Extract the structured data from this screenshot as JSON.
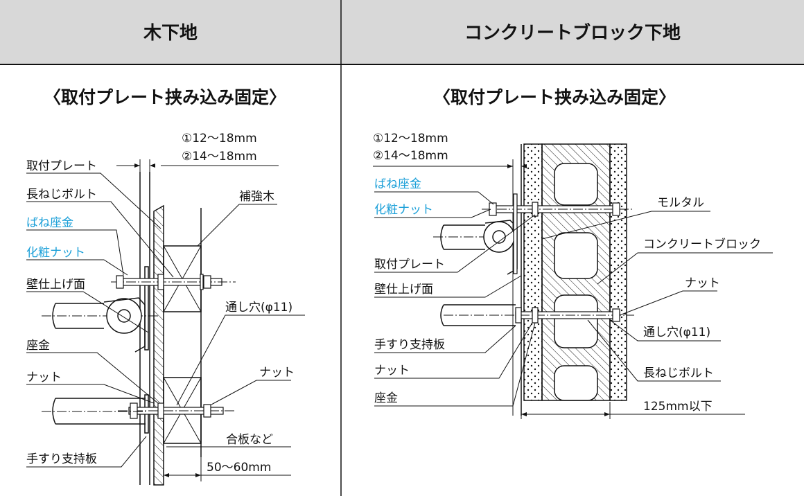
{
  "header": {
    "left_title": "木下地",
    "right_title": "コンクリートブロック下地"
  },
  "left_panel": {
    "subtitle": "〈取付プレート挟み込み固定〉",
    "labels": {
      "dim_1": "①12〜18mm",
      "dim_2": "②14〜18mm",
      "mounting_plate": "取付プレート",
      "long_screw_bolt": "長ねじボルト",
      "spring_washer": "ばね座金",
      "decorative_nut": "化粧ナット",
      "wall_finish_surface": "壁仕上げ面",
      "washer": "座金",
      "nut_left": "ナット",
      "handrail_bracket": "手すり支持板",
      "reinforcing_wood": "補強木",
      "through_hole": "通し穴(φ11)",
      "nut_right": "ナット",
      "plywood_etc": "合板など",
      "depth_dim": "50〜60mm"
    }
  },
  "right_panel": {
    "subtitle": "〈取付プレート挟み込み固定〉",
    "labels": {
      "dim_1": "①12〜18mm",
      "dim_2": "②14〜18mm",
      "spring_washer": "ばね座金",
      "decorative_nut": "化粧ナット",
      "mounting_plate": "取付プレート",
      "wall_finish_surface": "壁仕上げ面",
      "handrail_bracket": "手すり支持板",
      "nut_left": "ナット",
      "washer": "座金",
      "mortar": "モルタル",
      "concrete_block": "コンクリートブロック",
      "nut_right": "ナット",
      "through_hole": "通し穴(φ11)",
      "long_screw_bolt": "長ねじボルト",
      "max_thickness": "125mm以下"
    }
  },
  "colors": {
    "header_bg": "#d8d8d8",
    "highlight_text": "#1a9fd8",
    "line": "#111111"
  }
}
